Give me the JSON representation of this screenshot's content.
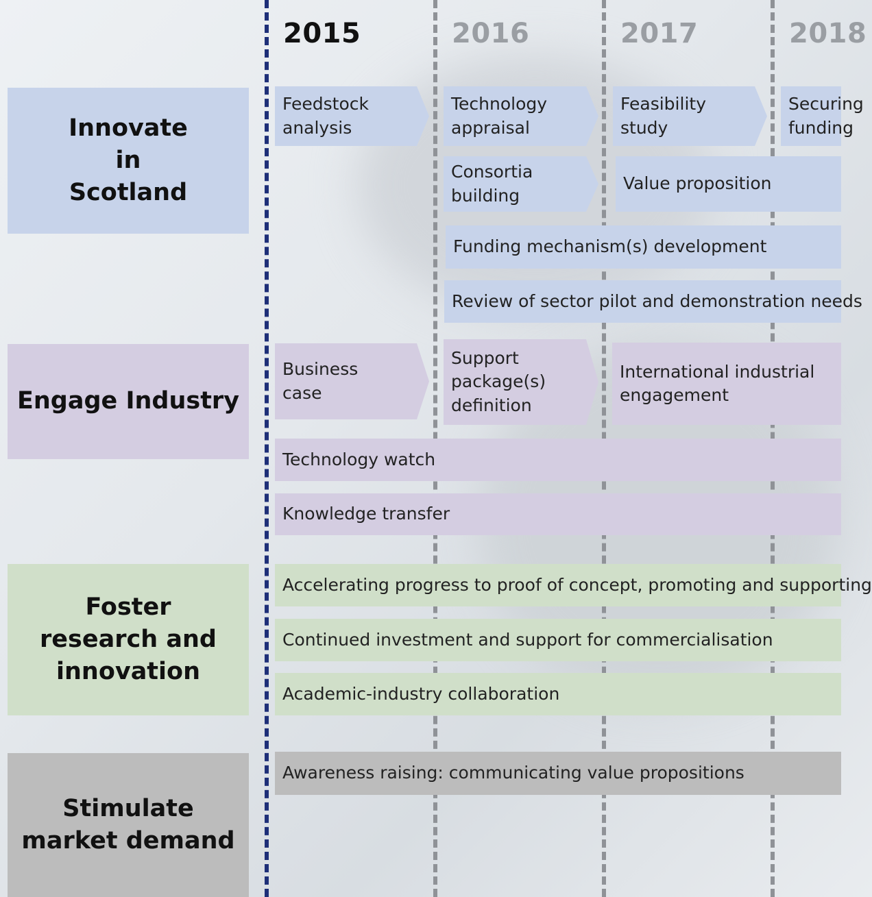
{
  "years": [
    "2015",
    "2016",
    "2017",
    "2018"
  ],
  "categories": {
    "innovate": "Innovate in Scotland",
    "engage": "Engage Industry",
    "foster": "Foster research and innovation",
    "stimulate": "Stimulate market demand"
  },
  "innovate": {
    "feedstock": "Feedstock analysis",
    "technology_appraisal": "Technology appraisal",
    "feasibility": "Feasibility study",
    "securing_funding": "Securing funding",
    "consortia": "Consortia building",
    "value_proposition": "Value proposition",
    "funding_mechanism": "Funding mechanism(s) development",
    "review_pilot": "Review of sector pilot and demonstration needs"
  },
  "engage": {
    "business_case": "Business case",
    "support_package": "Support package(s) definition",
    "international": "International industrial engagement",
    "technology_watch": "Technology watch",
    "knowledge_transfer": "Knowledge transfer"
  },
  "foster": {
    "accelerating": "Accelerating progress to proof of concept, promoting and supporting",
    "continued_investment": "Continued investment and support for commercialisation",
    "academic_industry": "Academic-industry collaboration"
  },
  "stimulate": {
    "awareness": "Awareness raising: communicating value propositions"
  },
  "colors": {
    "innovate": "#c7d3ea",
    "engage": "#d4cde1",
    "foster": "#d0dfc9",
    "stimulate": "#bcbcbc",
    "current_year_line": "#1e2f78",
    "other_year_line": "#8f9297"
  }
}
